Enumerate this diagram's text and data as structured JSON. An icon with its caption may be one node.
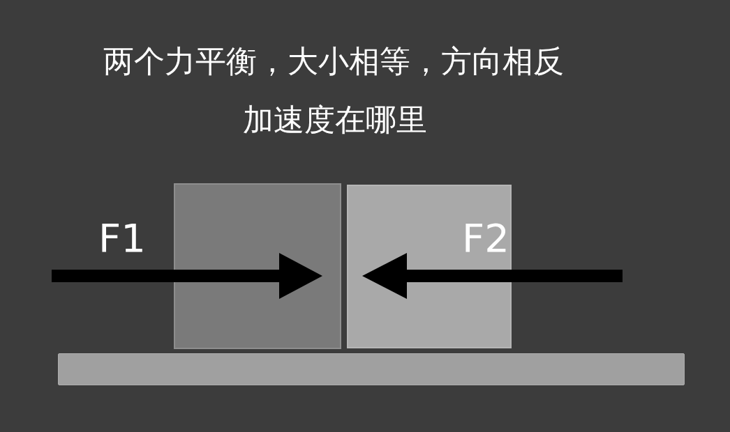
{
  "diagram": {
    "title": "两个力平衡，大小相等，方向相反",
    "nodes": [
      {
        "text": [],
        "shape": "box"
      },
      {
        "text": [],
        "shape": "box"
      },
      {
        "text": [],
        "shape": "bar"
      }
    ],
    "labels": [
      "加速度在哪里",
      "F1",
      "F2"
    ]
  }
}
